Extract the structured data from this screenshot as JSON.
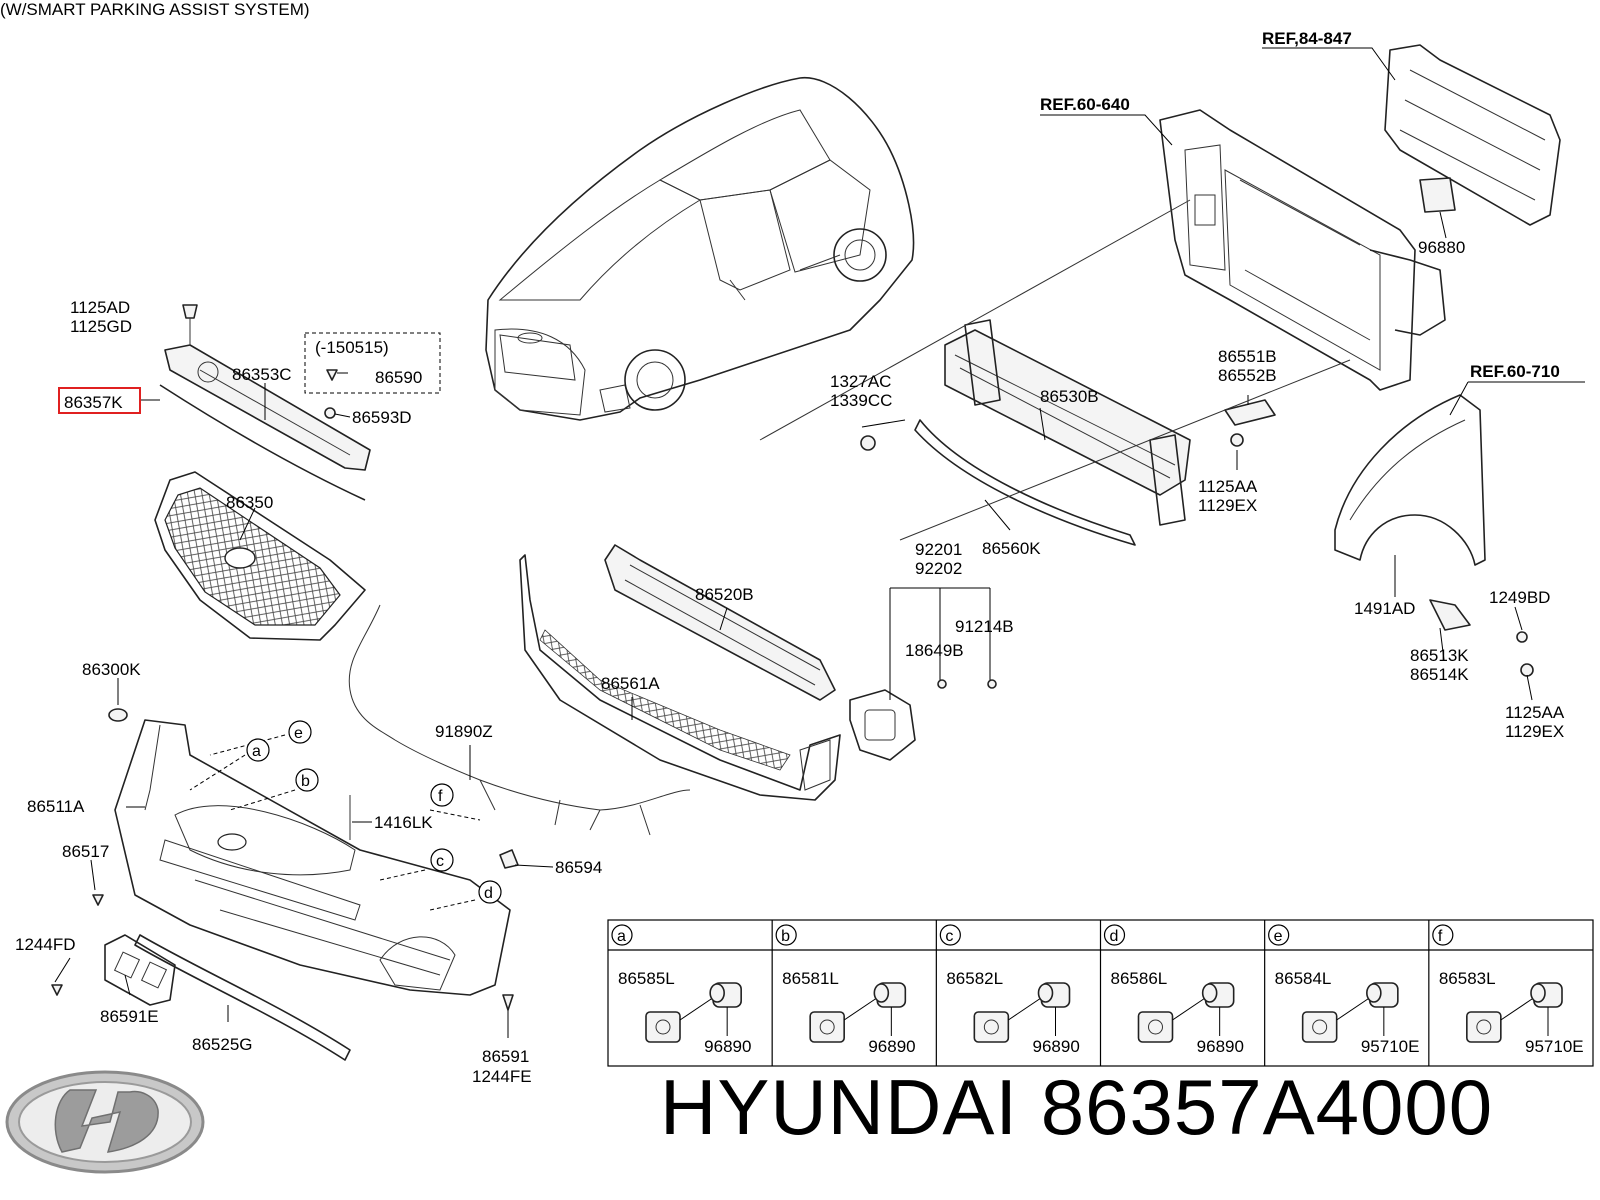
{
  "title_note": "(W/SMART PARKING ASSIST SYSTEM)",
  "brand": {
    "text": "HYUNDAI 86357A4000"
  },
  "refs": {
    "r1": "REF,84-847",
    "r2": "REF.60-640",
    "r3": "REF.60-710"
  },
  "labels": {
    "p1125AD": "1125AD",
    "p1125GD": "1125GD",
    "p150515": "(-150515)",
    "p86353C": "86353C",
    "p86590": "86590",
    "p86357K": "86357K",
    "p86593D": "86593D",
    "p86350": "86350",
    "p86300K": "86300K",
    "p86511A": "86511A",
    "p86517": "86517",
    "p1244FD": "1244FD",
    "p86591E": "86591E",
    "p86525G": "86525G",
    "p86591": "86591",
    "p1244FE": "1244FE",
    "p1416LK": "1416LK",
    "p86594": "86594",
    "p91890Z": "91890Z",
    "p86561A": "86561A",
    "p86520B": "86520B",
    "p1327AC": "1327AC",
    "p1339CC": "1339CC",
    "p86530B": "86530B",
    "p86560K": "86560K",
    "p92201": "92201",
    "p92202": "92202",
    "p91214B": "91214B",
    "p18649B": "18649B",
    "p86551B": "86551B",
    "p86552B": "86552B",
    "p1125AA_1": "1125AA",
    "p1129EX_1": "1129EX",
    "p96880": "96880",
    "p1491AD": "1491AD",
    "p1249BD": "1249BD",
    "p86513K": "86513K",
    "p86514K": "86514K",
    "p1125AA_2": "1125AA",
    "p1129EX_2": "1129EX"
  },
  "callouts": {
    "a": "a",
    "b": "b",
    "c": "c",
    "d": "d",
    "e": "e",
    "f": "f"
  },
  "sensor_table": {
    "columns": [
      {
        "key": "a",
        "part": "86585L",
        "sensor": "96890"
      },
      {
        "key": "b",
        "part": "86581L",
        "sensor": "96890"
      },
      {
        "key": "c",
        "part": "86582L",
        "sensor": "96890"
      },
      {
        "key": "d",
        "part": "86586L",
        "sensor": "96890"
      },
      {
        "key": "e",
        "part": "86584L",
        "sensor": "95710E"
      },
      {
        "key": "f",
        "part": "86583L",
        "sensor": "95710E"
      }
    ]
  },
  "highlight": {
    "part": "86357K",
    "color": "#e02020"
  }
}
